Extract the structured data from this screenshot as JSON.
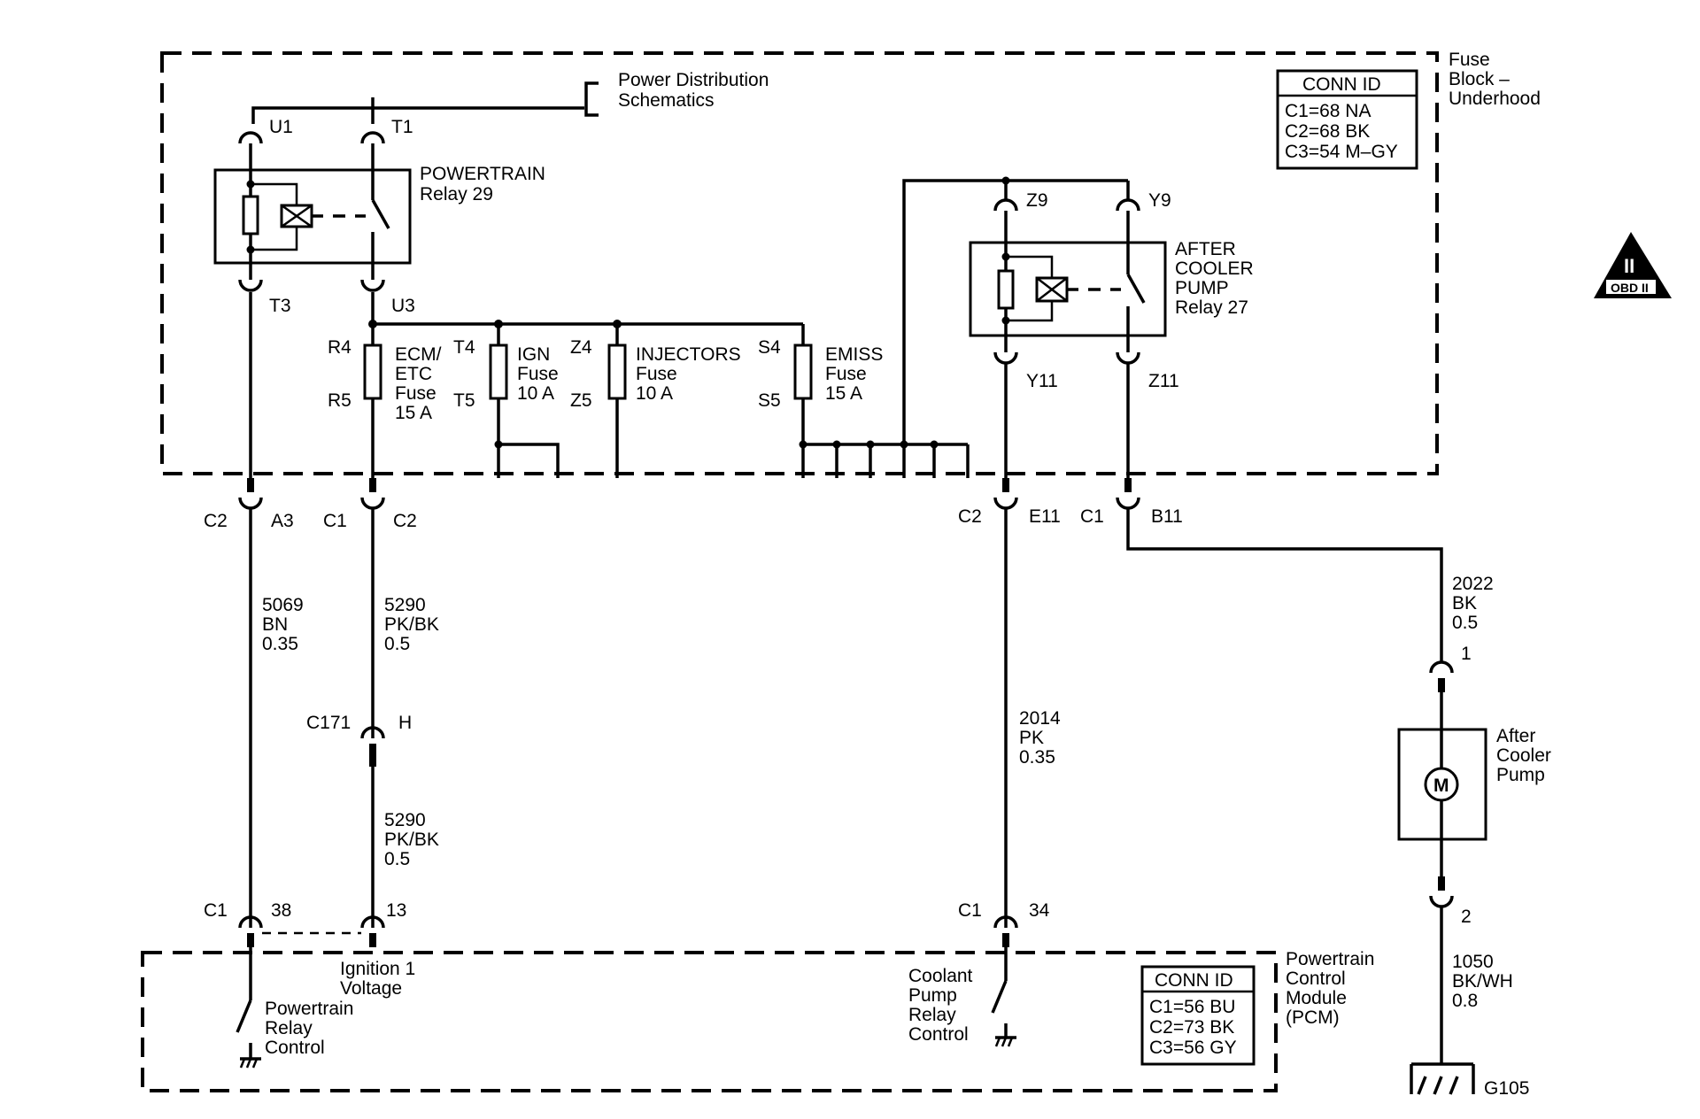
{
  "fuse_block": {
    "title_lines": [
      "Fuse",
      "Block –",
      "Underhood"
    ],
    "conn_id_header": "CONN ID",
    "conn_ids": [
      "C1=68 NA",
      "C2=68 BK",
      "C3=54 M–GY"
    ]
  },
  "power_distribution": [
    "Power Distribution",
    "Schematics"
  ],
  "obd_badge": {
    "numeral": "II",
    "label": "OBD II"
  },
  "powertrain_relay": {
    "name_lines": [
      "POWERTRAIN",
      "Relay 29"
    ],
    "pins": {
      "top_left": "U1",
      "top_right": "T1",
      "bottom_left": "T3",
      "bottom_right": "U3"
    }
  },
  "after_cooler_relay": {
    "name_lines": [
      "AFTER",
      "COOLER",
      "PUMP",
      "Relay 27"
    ],
    "pins": {
      "top_left": "Z9",
      "top_right": "Y9",
      "bottom_left": "Y11",
      "bottom_right": "Z11"
    }
  },
  "fuses": [
    {
      "top_pin": "R4",
      "bottom_pin": "R5",
      "lines": [
        "ECM/",
        "ETC",
        "Fuse",
        "15 A"
      ]
    },
    {
      "top_pin": "T4",
      "bottom_pin": "T5",
      "lines": [
        "IGN",
        "Fuse",
        "10 A"
      ]
    },
    {
      "top_pin": "Z4",
      "bottom_pin": "Z5",
      "lines": [
        "INJECTORS",
        "Fuse",
        "10 A"
      ]
    },
    {
      "top_pin": "S4",
      "bottom_pin": "S5",
      "lines": [
        "EMISS",
        "Fuse",
        "15 A"
      ]
    }
  ],
  "fuse_block_connectors": [
    {
      "conn": "C2",
      "pin": "A3"
    },
    {
      "conn": "C1",
      "pin": "C2"
    },
    {
      "conn": "C2",
      "pin": "E11"
    },
    {
      "conn": "C1",
      "pin": "B11"
    }
  ],
  "wires": [
    {
      "circuit": "5069",
      "color": "BN",
      "gauge": "0.35"
    },
    {
      "circuit": "5290",
      "color": "PK/BK",
      "gauge": "0.5"
    },
    {
      "circuit": "5290",
      "color": "PK/BK",
      "gauge": "0.5"
    },
    {
      "circuit": "2014",
      "color": "PK",
      "gauge": "0.35"
    },
    {
      "circuit": "2022",
      "color": "BK",
      "gauge": "0.5"
    },
    {
      "circuit": "1050",
      "color": "BK/WH",
      "gauge": "0.8"
    }
  ],
  "inline_connector": {
    "id": "C171",
    "pin": "H"
  },
  "pcm_connectors": [
    {
      "conn": "C1",
      "pin": "38"
    },
    {
      "pin": "13"
    },
    {
      "conn": "C1",
      "pin": "34"
    }
  ],
  "pcm": {
    "title_lines": [
      "Powertrain",
      "Control",
      "Module",
      "(PCM)"
    ],
    "conn_id_header": "CONN ID",
    "conn_ids": [
      "C1=56 BU",
      "C2=73 BK",
      "C3=56 GY"
    ],
    "powertrain_relay_control": [
      "Powertrain",
      "Relay",
      "Control"
    ],
    "ignition_voltage": [
      "Ignition 1",
      "Voltage"
    ],
    "coolant_pump_control": [
      "Coolant",
      "Pump",
      "Relay",
      "Control"
    ]
  },
  "pump": {
    "name_lines": [
      "After",
      "Cooler",
      "Pump"
    ],
    "motor_symbol": "M",
    "pin_top": "1",
    "pin_bottom": "2"
  },
  "ground": {
    "label": "G105"
  }
}
